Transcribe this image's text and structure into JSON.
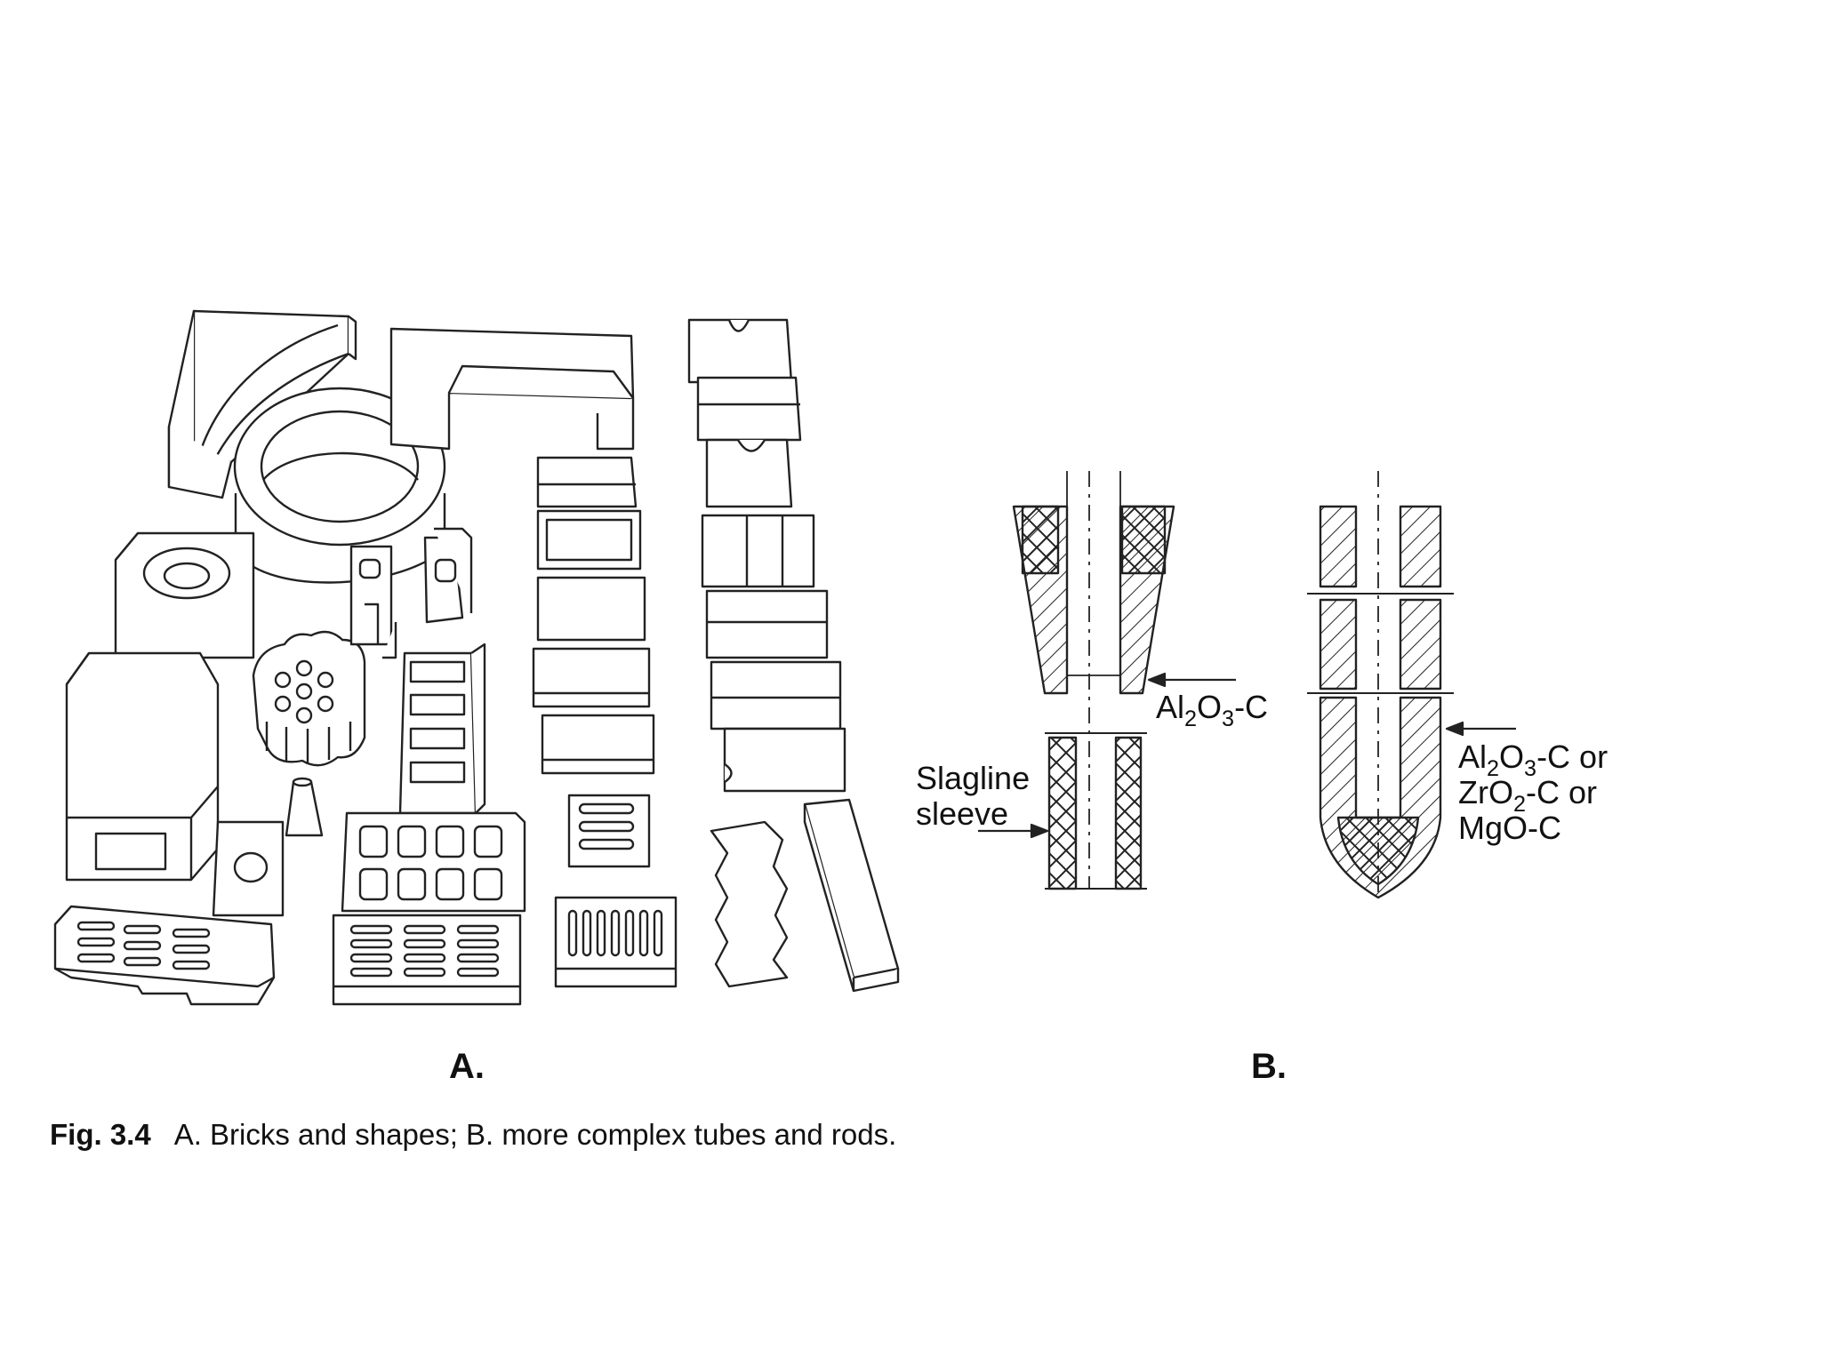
{
  "panels": {
    "a_label": "A.",
    "b_label": "B."
  },
  "annotations": {
    "alumina_carbon": {
      "pre": "Al",
      "sub1": "2",
      "mid": "O",
      "sub2": "3",
      "post": "-C"
    },
    "slagline": {
      "line1": "Slagline",
      "line2": "sleeve"
    },
    "multi": {
      "line1": {
        "pre": "Al",
        "sub1": "2",
        "mid": "O",
        "sub2": "3",
        "post": "-C or"
      },
      "line2": {
        "pre": "ZrO",
        "sub1": "2",
        "post": "-C or"
      },
      "line3": "MgO-C"
    }
  },
  "caption": {
    "number": "Fig. 3.4",
    "text": "A. Bricks and shapes; B. more complex tubes and rods."
  }
}
